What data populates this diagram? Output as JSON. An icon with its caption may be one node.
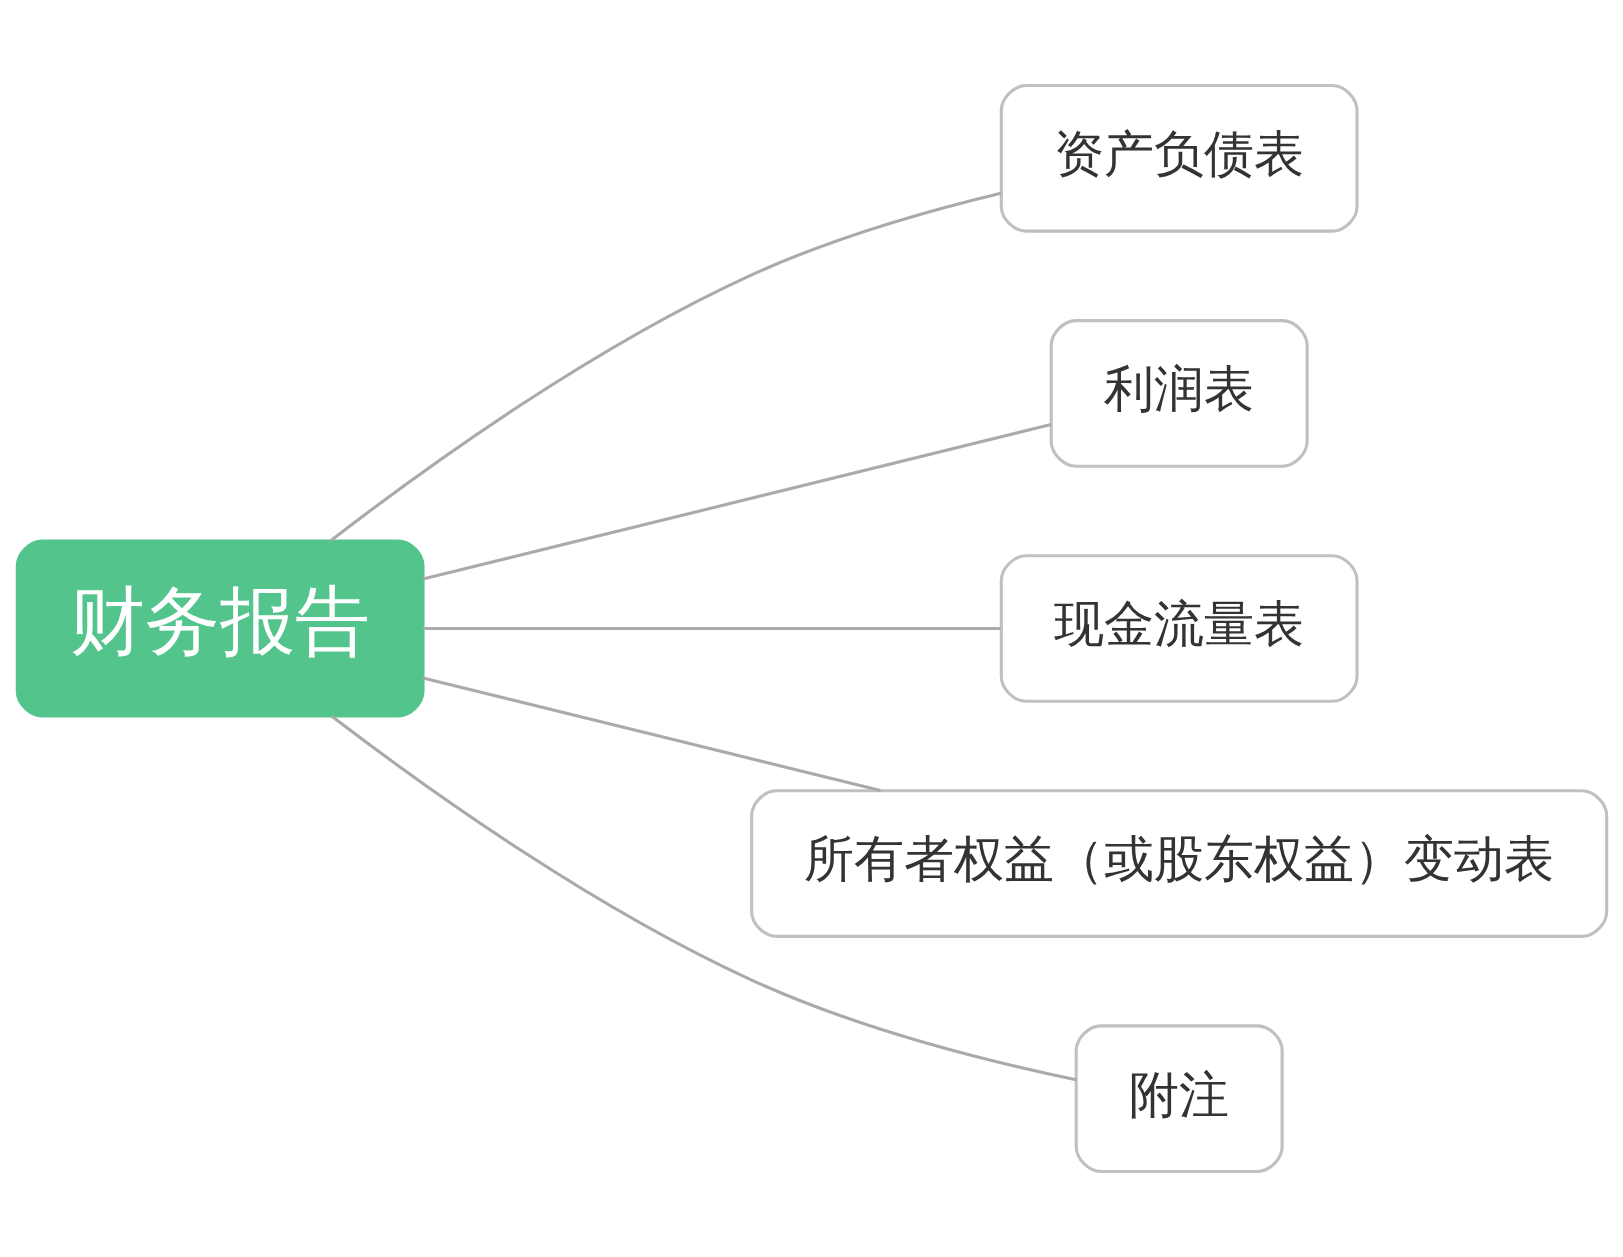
{
  "diagram": {
    "nodes": [
      {
        "text": [
          "财务报告"
        ]
      },
      {
        "text": [
          "资产负债表"
        ]
      },
      {
        "text": [
          "利润表"
        ]
      },
      {
        "text": [
          "现金流量表"
        ]
      },
      {
        "text": [
          "所有者权益（或股东权益）变动表"
        ]
      },
      {
        "text": [
          "附注"
        ]
      }
    ],
    "edges": [
      {
        "from": 0,
        "to": 1,
        "arrow": "none"
      },
      {
        "from": 0,
        "to": 2,
        "arrow": "none"
      },
      {
        "from": 0,
        "to": 3,
        "arrow": "none"
      },
      {
        "from": 0,
        "to": 4,
        "arrow": "none"
      },
      {
        "from": 0,
        "to": 5,
        "arrow": "none"
      }
    ]
  }
}
